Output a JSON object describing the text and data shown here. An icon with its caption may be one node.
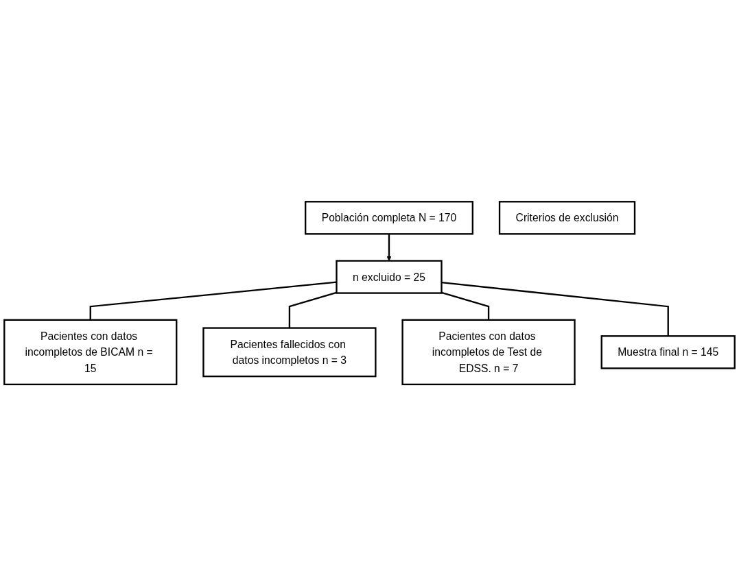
{
  "diagram": {
    "nodes": [
      {
        "text": [
          "Población completa N = 170"
        ]
      },
      {
        "text": [
          "n excluido = 25"
        ]
      },
      {
        "text": [
          "Criterios de exclusión"
        ]
      },
      {
        "text": [
          "Pacientes con datos incompletos de BICAM n = 15"
        ]
      },
      {
        "text": [
          "Pacientes fallecidos con datos incompletos n = 3"
        ]
      },
      {
        "text": [
          "Pacientes con datos incompletos de Test de EDSS. n = 7"
        ]
      },
      {
        "text": [
          "Muestra final n = 145"
        ]
      }
    ],
    "edges": [
      {
        "from": 0,
        "to": 1,
        "arrow": "to"
      },
      {
        "from": 1,
        "to": 3,
        "arrow": "none"
      },
      {
        "from": 1,
        "to": 4,
        "arrow": "none"
      },
      {
        "from": 1,
        "to": 5,
        "arrow": "none"
      },
      {
        "from": 1,
        "to": 6,
        "arrow": "none"
      }
    ]
  }
}
